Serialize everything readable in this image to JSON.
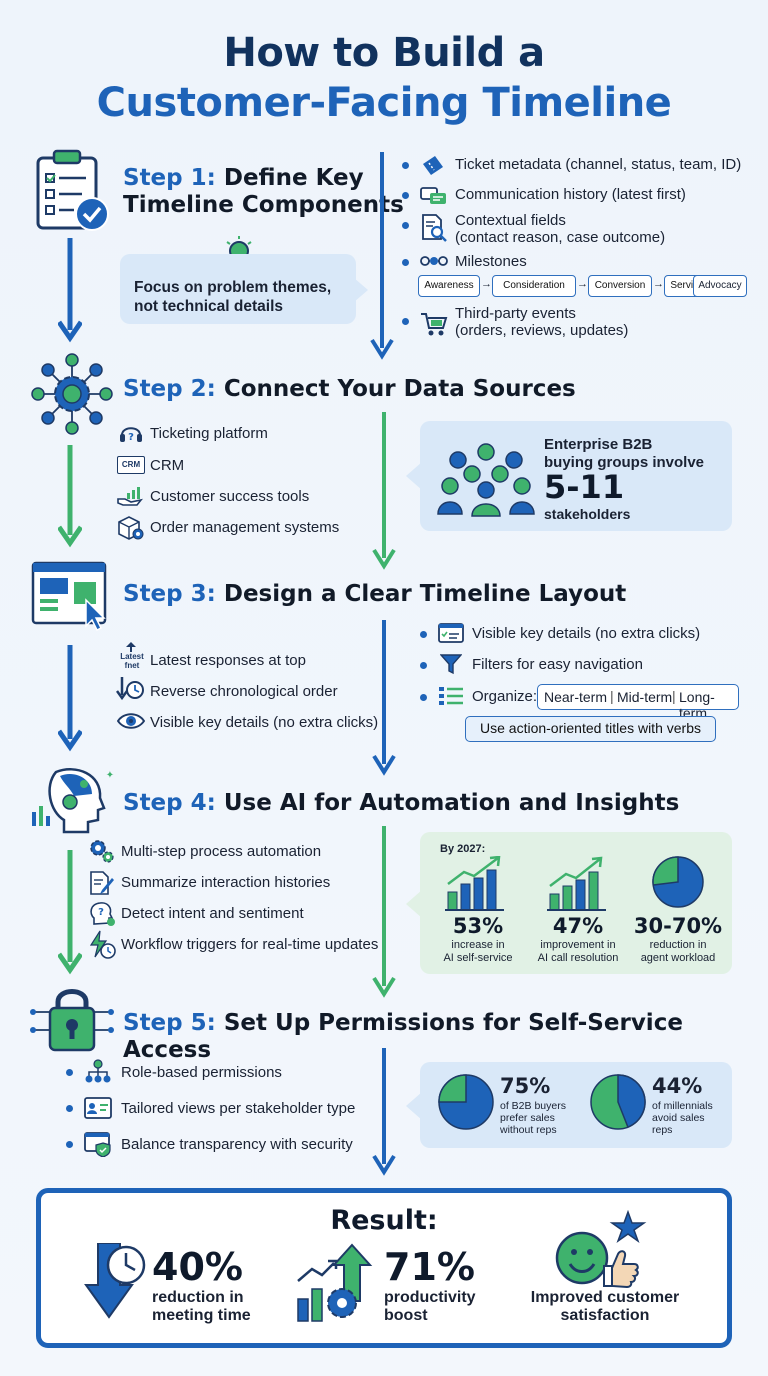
{
  "title": {
    "line1": "How to Build a",
    "line2": "Customer-Facing Timeline"
  },
  "step1": {
    "num": "Step 1:",
    "title_line1": "Define Key",
    "title_line2": "Timeline Components",
    "tip": "Focus on problem themes, not technical details",
    "items": [
      "Ticket metadata (channel, status, team, ID)",
      "Communication history (latest first)",
      "Contextual fields",
      "(contact reason, case outcome)",
      "Milestones",
      "Third-party events",
      "(orders, reviews, updates)"
    ],
    "milestones": [
      "Awareness",
      "Consideration",
      "Conversion",
      "Service",
      "Advocacy"
    ]
  },
  "step2": {
    "num": "Step 2:",
    "title": "Connect Your Data Sources",
    "items": [
      "Ticketing platform",
      "CRM",
      "Customer success tools",
      "Order management systems"
    ],
    "crm_icon_text": "CRM",
    "callout": {
      "line1": "Enterprise B2B",
      "line2": "buying groups involve",
      "value": "5-11",
      "line3": "stakeholders"
    }
  },
  "step3": {
    "num": "Step 3:",
    "title": "Design a Clear Timeline Layout",
    "left_items": [
      "Latest responses at top",
      "Reverse chronological order",
      "Visible key details (no extra clicks)"
    ],
    "latest_icon_text": "Latest fnet",
    "right_items": [
      "Visible key details (no extra clicks)",
      "Filters for easy navigation",
      "Organize:"
    ],
    "organize_tags": [
      "Near-term",
      "Mid-term",
      "Long-term"
    ],
    "action_tag": "Use action-oriented titles with verbs"
  },
  "step4": {
    "num": "Step 4:",
    "title": "Use AI for Automation and Insights",
    "items": [
      "Multi-step process automation",
      "Summarize interaction histories",
      "Detect intent and sentiment",
      "Workflow triggers for real-time updates"
    ],
    "by_label": "By 2027:",
    "stats": [
      {
        "value": "53%",
        "label1": "increase in",
        "label2": "AI self-service"
      },
      {
        "value": "47%",
        "label1": "improvement in",
        "label2": "AI call resolution"
      },
      {
        "value": "30-70%",
        "label1": "reduction in",
        "label2": "agent workload"
      }
    ]
  },
  "step5": {
    "num": "Step 5:",
    "title": "Set Up Permissions for Self-Service Access",
    "items": [
      "Role-based permissions",
      "Tailored views per stakeholder type",
      "Balance transparency with security"
    ],
    "stats": [
      {
        "value": "75%",
        "label1": "of B2B buyers",
        "label2": "prefer sales",
        "label3": "without reps",
        "fraction": 0.75
      },
      {
        "value": "44%",
        "label1": "of millennials",
        "label2": "avoid sales",
        "label3": "reps",
        "fraction": 0.44
      }
    ]
  },
  "result": {
    "title": "Result:",
    "items": [
      {
        "value": "40%",
        "label1": "reduction in",
        "label2": "meeting time"
      },
      {
        "value": "71%",
        "label1": "productivity",
        "label2": "boost"
      },
      {
        "value": "",
        "label1": "Improved customer",
        "label2": "satisfaction"
      }
    ]
  },
  "colors": {
    "navy": "#11325e",
    "blue": "#1e63b8",
    "green": "#3fb26d",
    "light_blue": "#d9e8f8",
    "light_green": "#e1f1e5"
  }
}
